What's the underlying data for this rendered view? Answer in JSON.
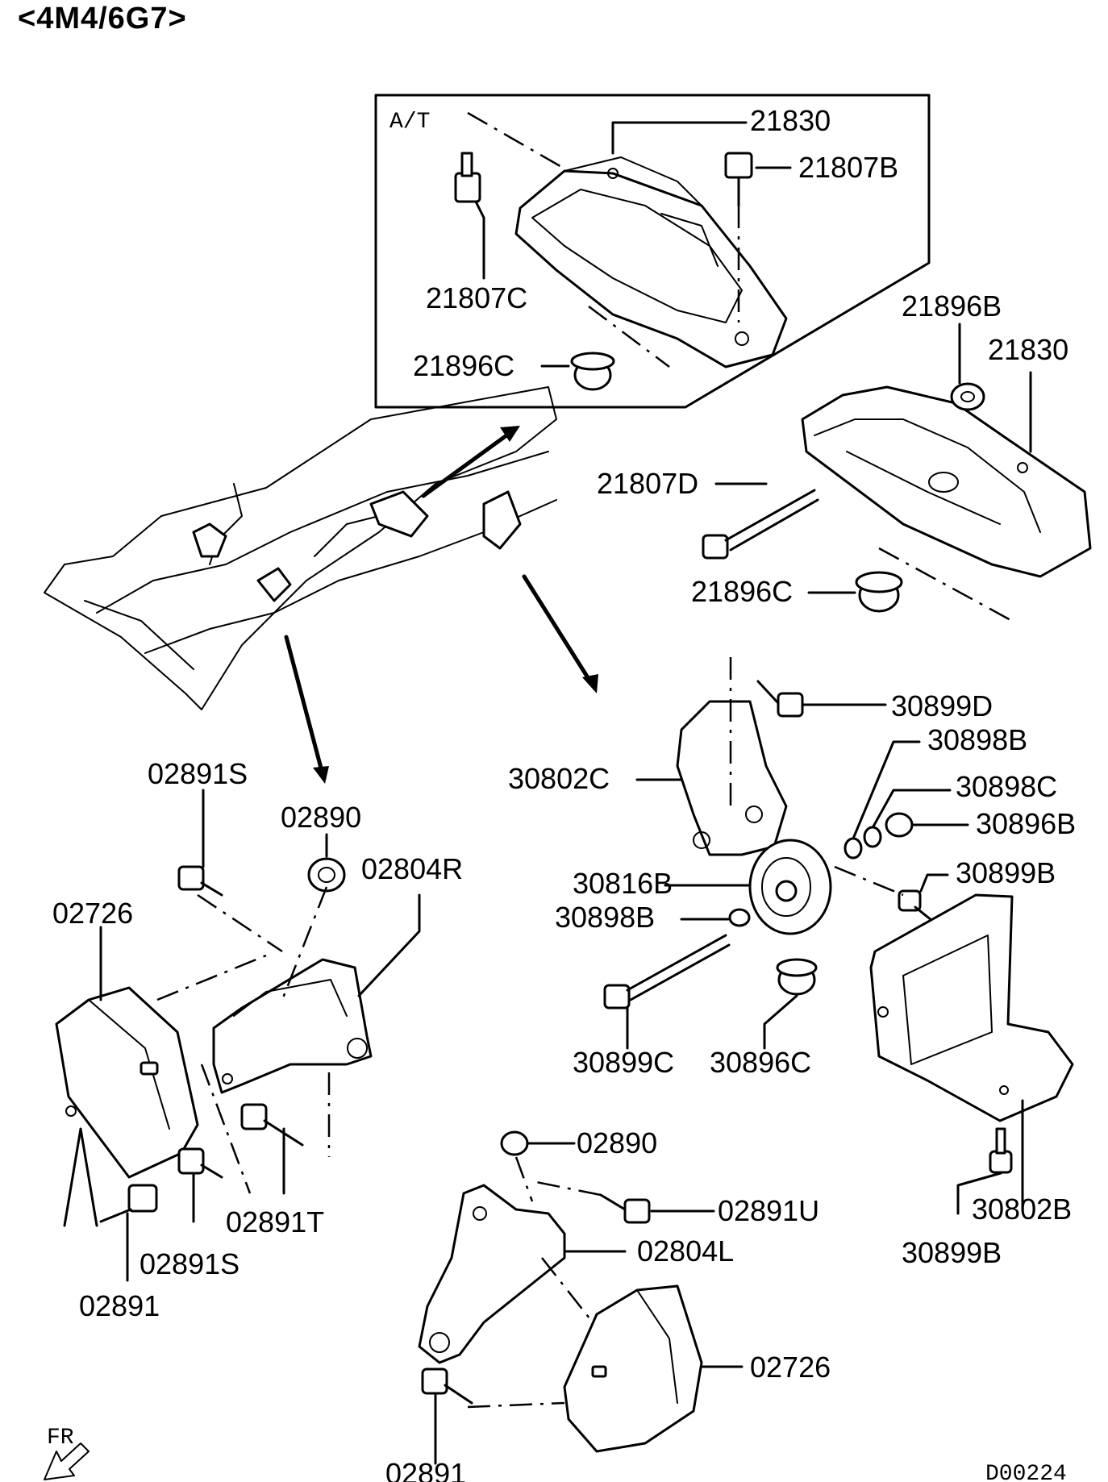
{
  "diagram": {
    "title": "<4M4/6G7>",
    "inset_label": "A/T",
    "direction_label": "FR",
    "figure_code": "D00224",
    "labels": {
      "l_21830_top": "21830",
      "l_21807b": "21807B",
      "l_21807c": "21807C",
      "l_21896c_top": "21896C",
      "l_21896b": "21896B",
      "l_21830_right": "21830",
      "l_21807d": "21807D",
      "l_21896c_mid": "21896C",
      "l_30899d": "30899D",
      "l_30898b_top": "30898B",
      "l_30802c": "30802C",
      "l_30898c": "30898C",
      "l_30896b": "30896B",
      "l_30816b": "30816B",
      "l_30899b_top": "30899B",
      "l_30898b_left": "30898B",
      "l_30899c": "30899C",
      "l_30896c": "30896C",
      "l_30802b": "30802B",
      "l_30899b_bottom": "30899B",
      "l_02891s_top": "02891S",
      "l_02890_top": "02890",
      "l_02804r": "02804R",
      "l_02726_left": "02726",
      "l_02891t": "02891T",
      "l_02891s_bottom": "02891S",
      "l_02891_left": "02891",
      "l_02890_bottom": "02890",
      "l_02891u": "02891U",
      "l_02804l": "02804L",
      "l_02726_bottom": "02726",
      "l_02891_bottom": "02891"
    }
  }
}
